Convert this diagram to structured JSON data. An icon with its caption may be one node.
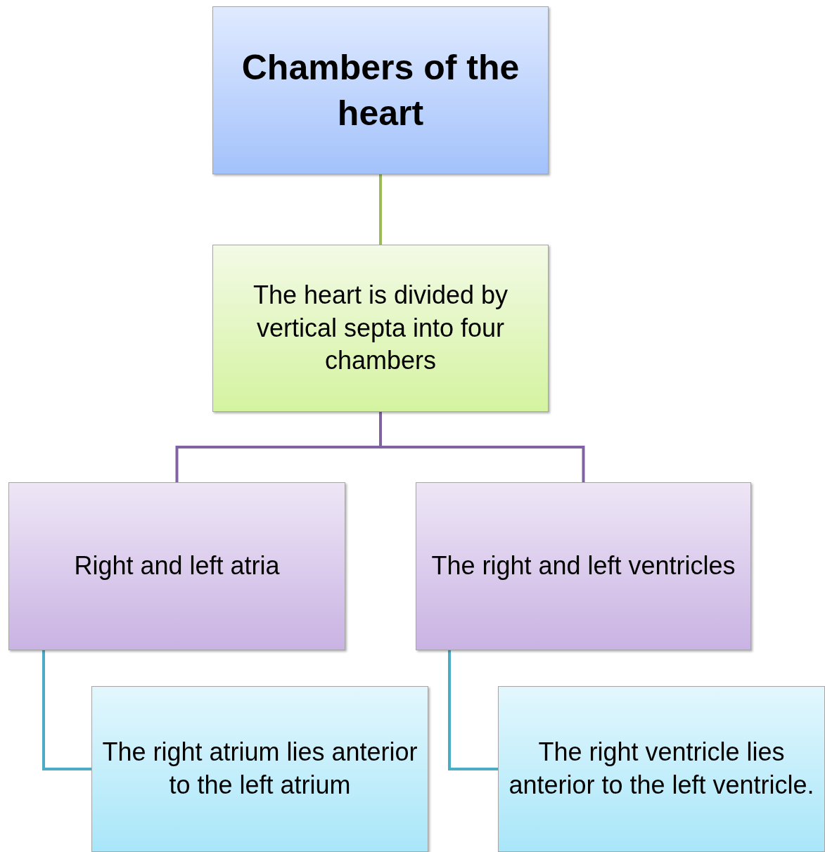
{
  "diagram": {
    "nodes": [
      {
        "text": [
          "Chambers of the heart"
        ]
      },
      {
        "text": [
          "The heart is divided by vertical septa into four chambers"
        ]
      },
      {
        "text": [
          "Right and left atria"
        ]
      },
      {
        "text": [
          "The right and left ventricles"
        ]
      },
      {
        "text": [
          "The right atrium lies anterior to the left atrium"
        ]
      },
      {
        "text": [
          "The right ventricle lies anterior to the left ventricle."
        ]
      }
    ],
    "edges": [
      {
        "from": 0,
        "to": 1,
        "arrow": "none",
        "color": "#9bbb59"
      },
      {
        "from": 1,
        "to": 2,
        "arrow": "none",
        "color": "#8064a2"
      },
      {
        "from": 1,
        "to": 3,
        "arrow": "none",
        "color": "#8064a2"
      },
      {
        "from": 2,
        "to": 4,
        "arrow": "none",
        "color": "#4bacc6"
      },
      {
        "from": 3,
        "to": 5,
        "arrow": "none",
        "color": "#4bacc6"
      }
    ]
  }
}
